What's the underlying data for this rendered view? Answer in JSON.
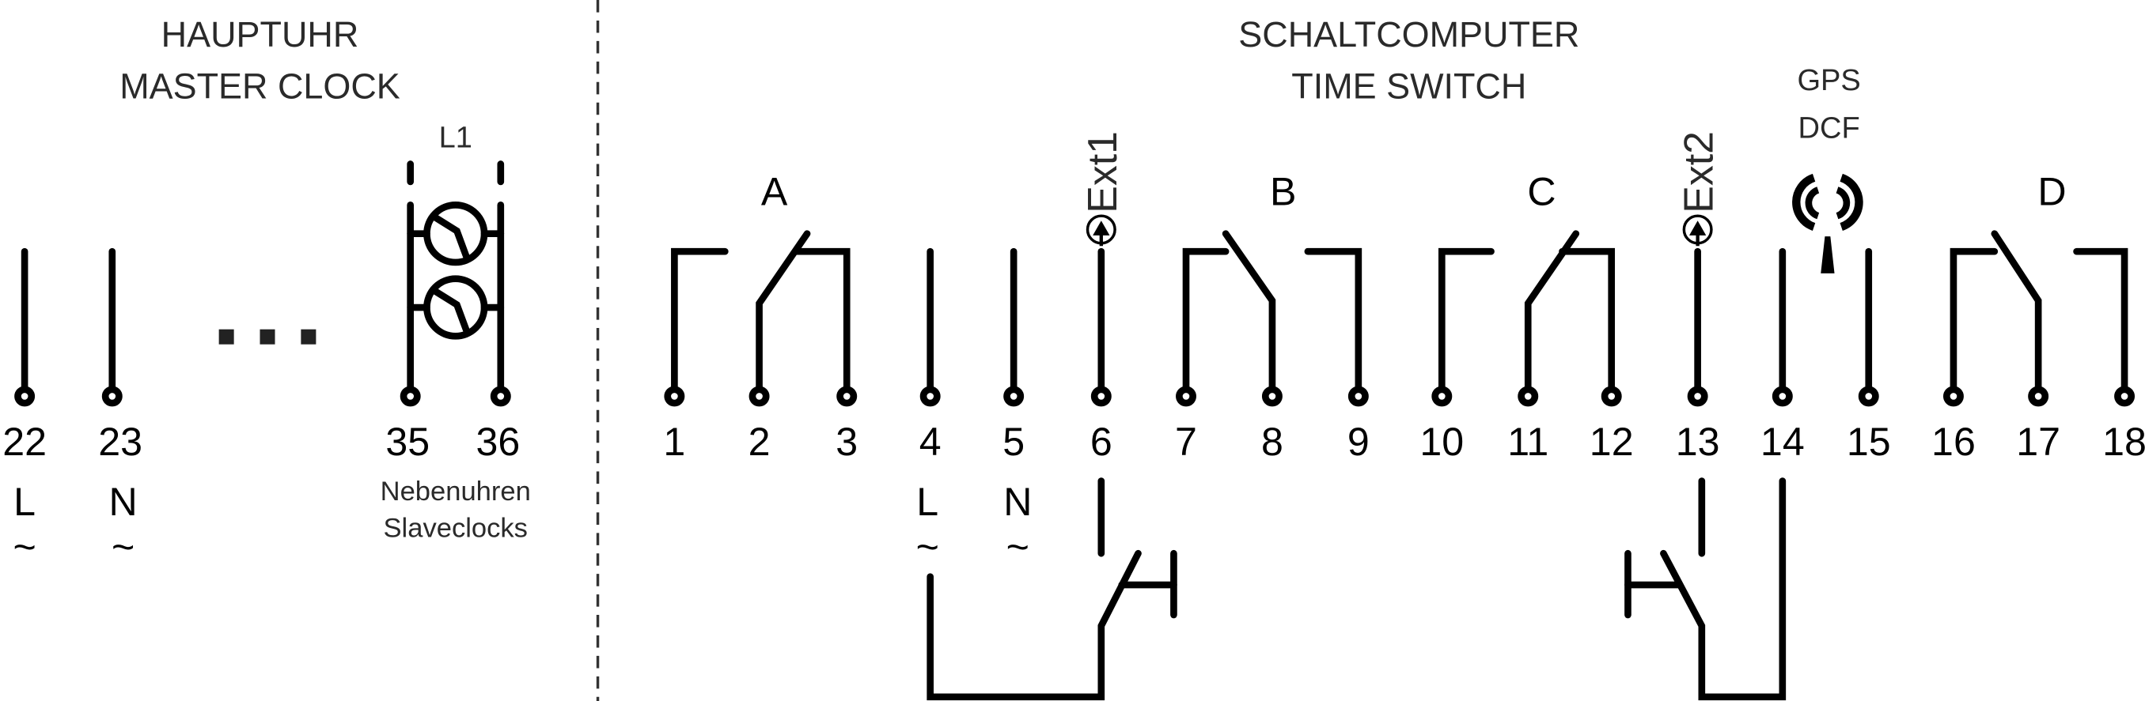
{
  "master_clock": {
    "title_de": "HAUPTUHR",
    "title_en": "MASTER CLOCK",
    "slave_label": "L1",
    "slave_note_de": "Nebenuhren",
    "slave_note_en": "Slaveclocks",
    "terminals": [
      {
        "num": "22",
        "sub": "L",
        "wave": "~"
      },
      {
        "num": "23",
        "sub": "N",
        "wave": "~"
      },
      {
        "num": "35"
      },
      {
        "num": "36"
      }
    ],
    "ellipsis": "..."
  },
  "time_switch": {
    "title_de": "SCHALTCOMPUTER",
    "title_en": "TIME SWITCH",
    "gps": "GPS",
    "dcf": "DCF",
    "ext1": "Ext1",
    "ext2": "Ext2",
    "channels": [
      "A",
      "B",
      "C",
      "D"
    ],
    "terminals": [
      "1",
      "2",
      "3",
      "4",
      "5",
      "6",
      "7",
      "8",
      "9",
      "10",
      "11",
      "12",
      "13",
      "14",
      "15",
      "16",
      "17",
      "18"
    ],
    "power": {
      "L": "L",
      "N": "N",
      "wave": "~"
    }
  }
}
